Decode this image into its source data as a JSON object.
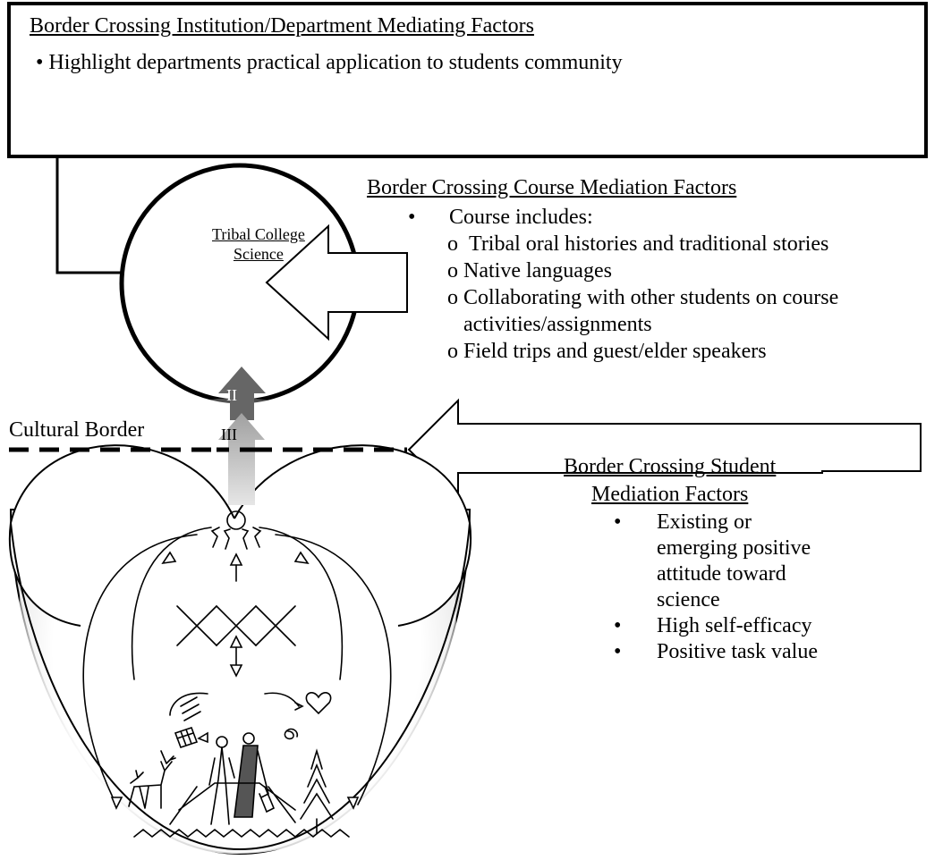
{
  "institution": {
    "title": "Border Crossing Institution/Department Mediating Factors",
    "bullets": [
      "Highlight departments practical application to students community"
    ]
  },
  "course": {
    "title": "Border Crossing Course Mediation Factors",
    "lead": "Course includes:",
    "items": [
      "Tribal oral histories and traditional stories",
      "Native languages",
      "Collaborating with other students on course",
      "activities/assignments",
      "Field trips and guest/elder speakers"
    ]
  },
  "student": {
    "title_line1": "Border Crossing Student",
    "title_line2": "Mediation Factors",
    "items": [
      [
        "Existing or",
        "emerging positive",
        "attitude toward",
        "science"
      ],
      [
        "High self-efficacy"
      ],
      [
        "Positive task value"
      ]
    ]
  },
  "border_label": "Cultural Border",
  "circle": {
    "line1": "Tribal College",
    "line2": "Science"
  },
  "arrows": {
    "upper": "II",
    "lower": "III"
  },
  "colors": {
    "arrow_dark": "#666666",
    "arrow_light": "#a8a8a8",
    "heart_shadow": "#d9d9d9"
  }
}
